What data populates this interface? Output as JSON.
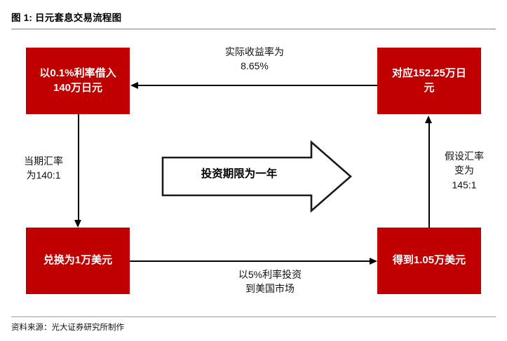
{
  "header": {
    "title": "图 1: 日元套息交易流程图"
  },
  "footer": {
    "source": "资料来源：光大证券研究所制作"
  },
  "colors": {
    "box_fill": "#C00000",
    "box_text": "#FFFFFF",
    "line": "#000000",
    "rule": "#808080",
    "background": "#FFFFFF"
  },
  "diagram": {
    "nodes": [
      {
        "id": "borrow-yen",
        "label": "以0.1%利率借入140万日元",
        "position": "top-left"
      },
      {
        "id": "repay-yen",
        "label": "对应152.25万日元",
        "position": "top-right"
      },
      {
        "id": "exchange-usd",
        "label": "兑换为1万美元",
        "position": "bottom-left"
      },
      {
        "id": "gain-usd",
        "label": "得到1.05万美元",
        "position": "bottom-right"
      }
    ],
    "edges": [
      {
        "id": "edge-return",
        "label": "实际收益率为\n8.65%",
        "from": "repay-yen",
        "to": "borrow-yen",
        "direction": "left"
      },
      {
        "id": "edge-fx-current",
        "label": "当期汇率\n为140:1",
        "from": "borrow-yen",
        "to": "exchange-usd",
        "direction": "down"
      },
      {
        "id": "edge-fx-future",
        "label": "假设汇率\n变为\n145:1",
        "from": "gain-usd",
        "to": "repay-yen",
        "direction": "up"
      },
      {
        "id": "edge-invest",
        "label": "以5%利率投资\n到美国市场",
        "from": "exchange-usd",
        "to": "gain-usd",
        "direction": "right"
      }
    ],
    "block_arrow": {
      "label": "投资期限为一年",
      "direction": "right"
    }
  }
}
